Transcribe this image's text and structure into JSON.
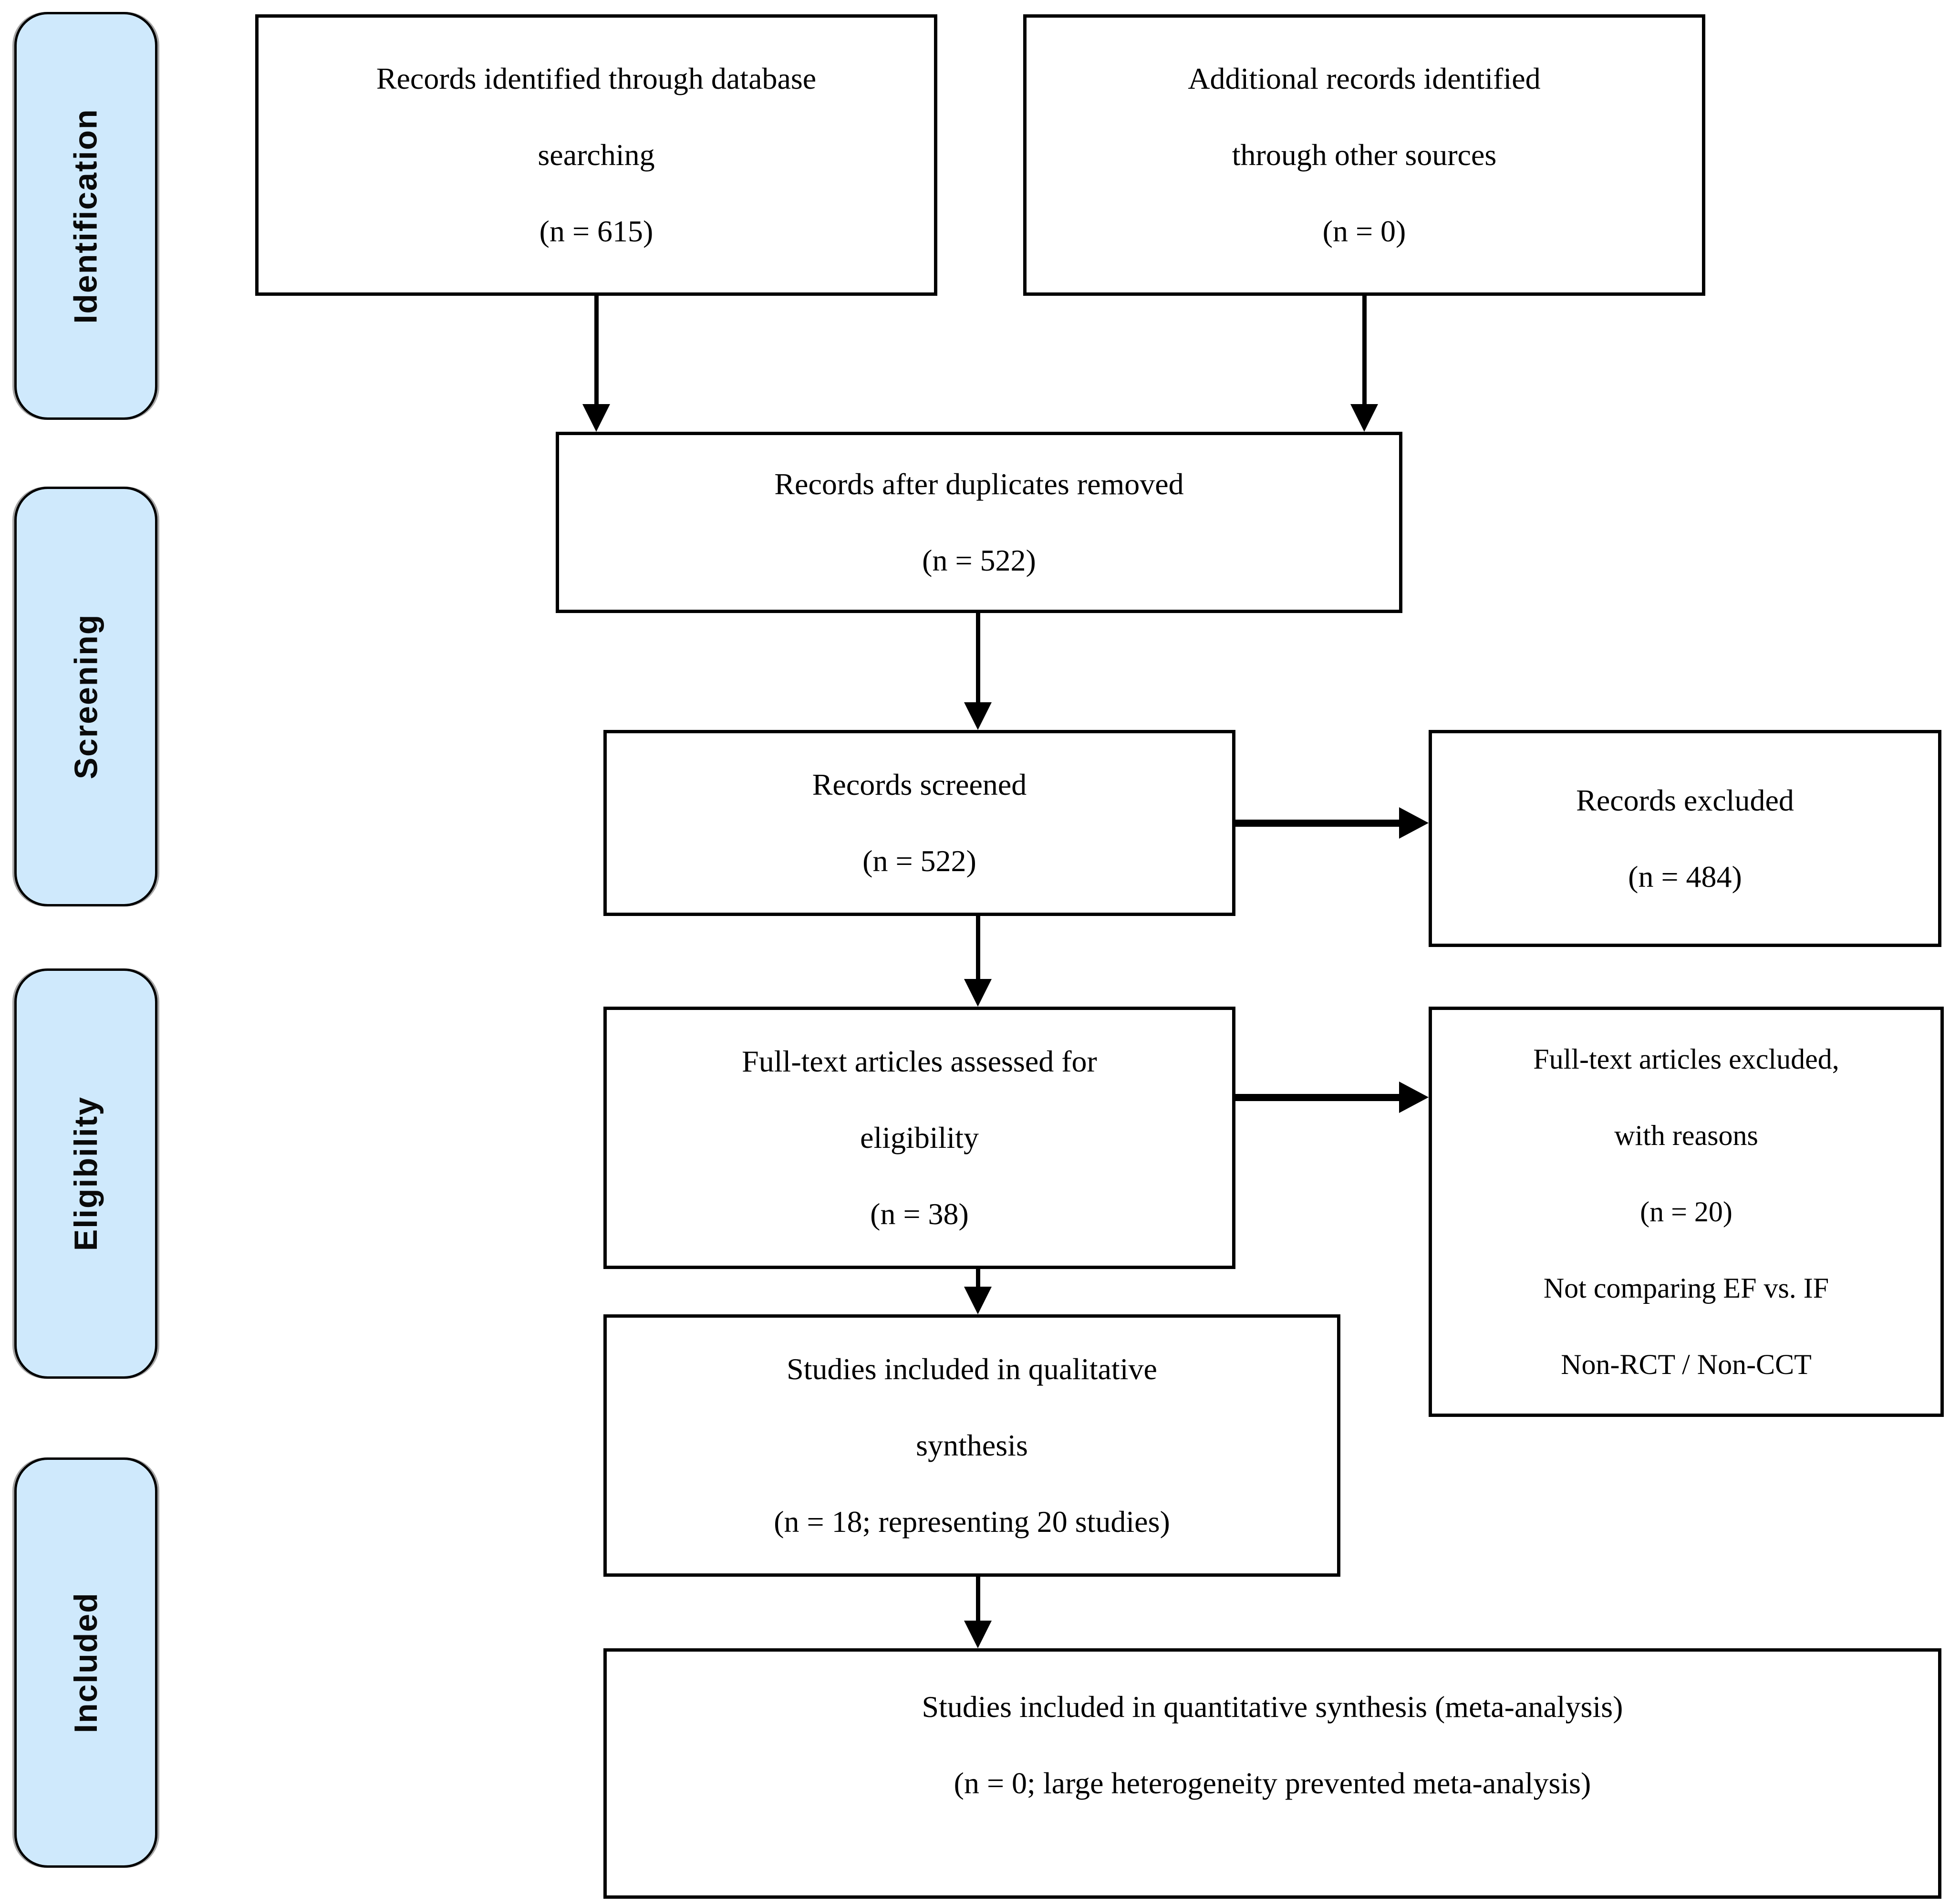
{
  "diagram": {
    "type": "prisma-flow-diagram",
    "colors": {
      "stage_fill": "#cfe9fc",
      "border": "#000000",
      "text": "#000000"
    },
    "stages": [
      {
        "label": "Identification"
      },
      {
        "label": "Screening"
      },
      {
        "label": "Eligibility"
      },
      {
        "label": "Included"
      }
    ],
    "boxes": {
      "identified_db": {
        "lines": [
          "Records identified through database",
          "searching",
          "(n = 615)"
        ]
      },
      "identified_other": {
        "lines": [
          "Additional records identified",
          "through other sources",
          "(n = 0)"
        ]
      },
      "after_duplicates": {
        "lines": [
          "Records after duplicates removed",
          "(n = 522)"
        ]
      },
      "screened": {
        "lines": [
          "Records screened",
          "(n = 522)"
        ]
      },
      "excluded": {
        "lines": [
          "Records excluded",
          "(n = 484)"
        ]
      },
      "fulltext_assessed": {
        "lines": [
          "Full-text articles assessed for",
          "eligibility",
          "(n = 38)"
        ]
      },
      "fulltext_excluded": {
        "lines": [
          "Full-text articles excluded,",
          "with reasons",
          "(n = 20)",
          "Not comparing EF vs. IF",
          "Non-RCT / Non-CCT"
        ]
      },
      "qualitative": {
        "lines": [
          "Studies included in qualitative",
          "synthesis",
          "(n = 18; representing 20 studies)"
        ]
      },
      "quantitative": {
        "lines": [
          "Studies included in quantitative synthesis (meta-analysis)",
          "(n = 0; large heterogeneity prevented meta-analysis)"
        ]
      }
    }
  }
}
